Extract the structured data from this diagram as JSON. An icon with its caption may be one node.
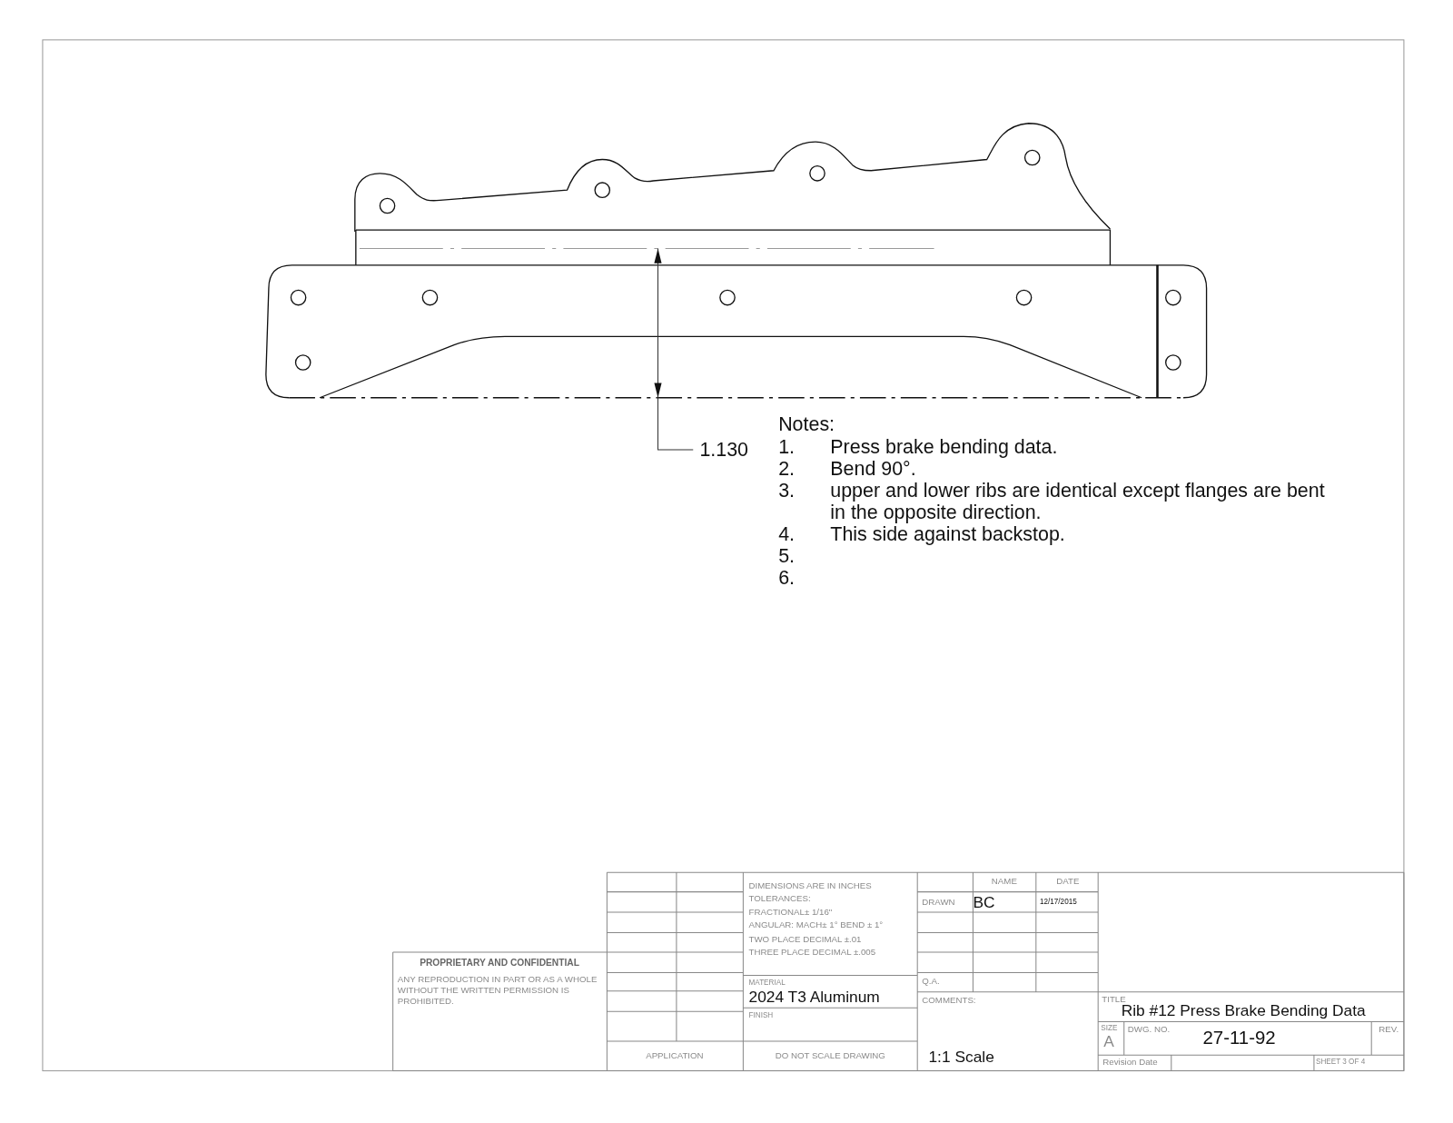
{
  "diagram": {
    "labels": [
      "1.130",
      "Notes:",
      "1.",
      "Press brake bending data.",
      "2.",
      "Bend 90°.",
      "3.",
      "upper and lower ribs are identical except flanges are bent in the opposite direction.",
      "4.",
      "This side against backstop.",
      "5.",
      "6.",
      "DIMENSIONS ARE IN INCHES",
      "TOLERANCES:",
      "FRACTIONAL± 1/16\"",
      "ANGULAR: MACH± 1° BEND ± 1°",
      "TWO PLACE DECIMAL ±.01",
      "THREE PLACE DECIMAL ±.005",
      "NAME",
      "DATE",
      "DRAWN",
      "BC",
      "12/17/2015",
      "PROPRIETARY AND CONFIDENTIAL",
      "ANY REPRODUCTION IN PART OR AS A WHOLE WITHOUT THE WRITTEN PERMISSION IS PROHIBITED.",
      "MATERIAL",
      "2024 T3 Aluminum",
      "Q.A.",
      "COMMENTS:",
      "TITLE",
      "Rib #12 Press Brake Bending Data",
      "FINISH",
      "SIZE",
      "DWG. NO.",
      "REV.",
      "A",
      "27-11-92",
      "APPLICATION",
      "DO NOT SCALE DRAWING",
      "1:1 Scale",
      "Revision Date",
      "SHEET 3 OF 4"
    ]
  }
}
